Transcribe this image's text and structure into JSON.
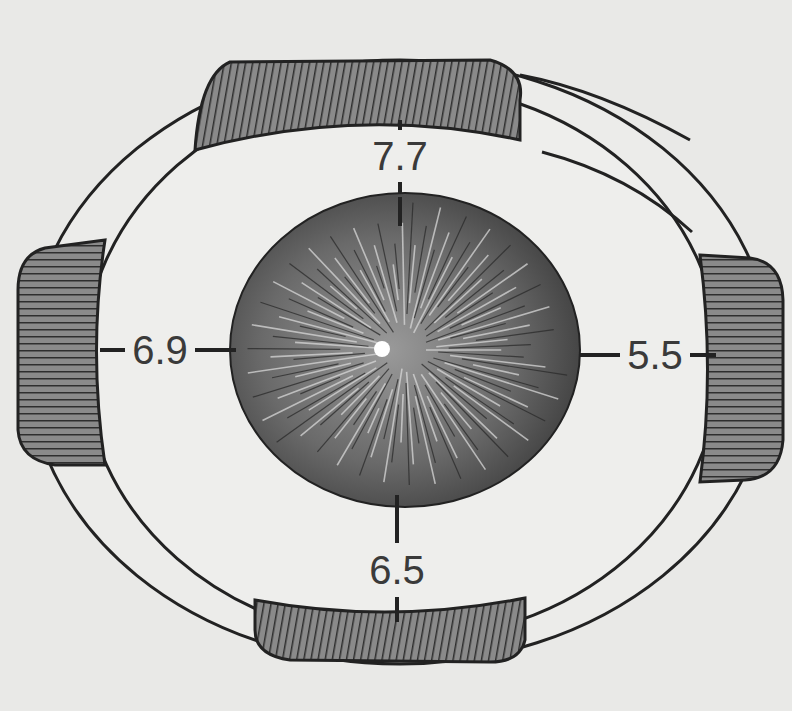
{
  "diagram": {
    "labels": [
      "7.7",
      "6.9",
      "5.5",
      "6.5"
    ]
  }
}
